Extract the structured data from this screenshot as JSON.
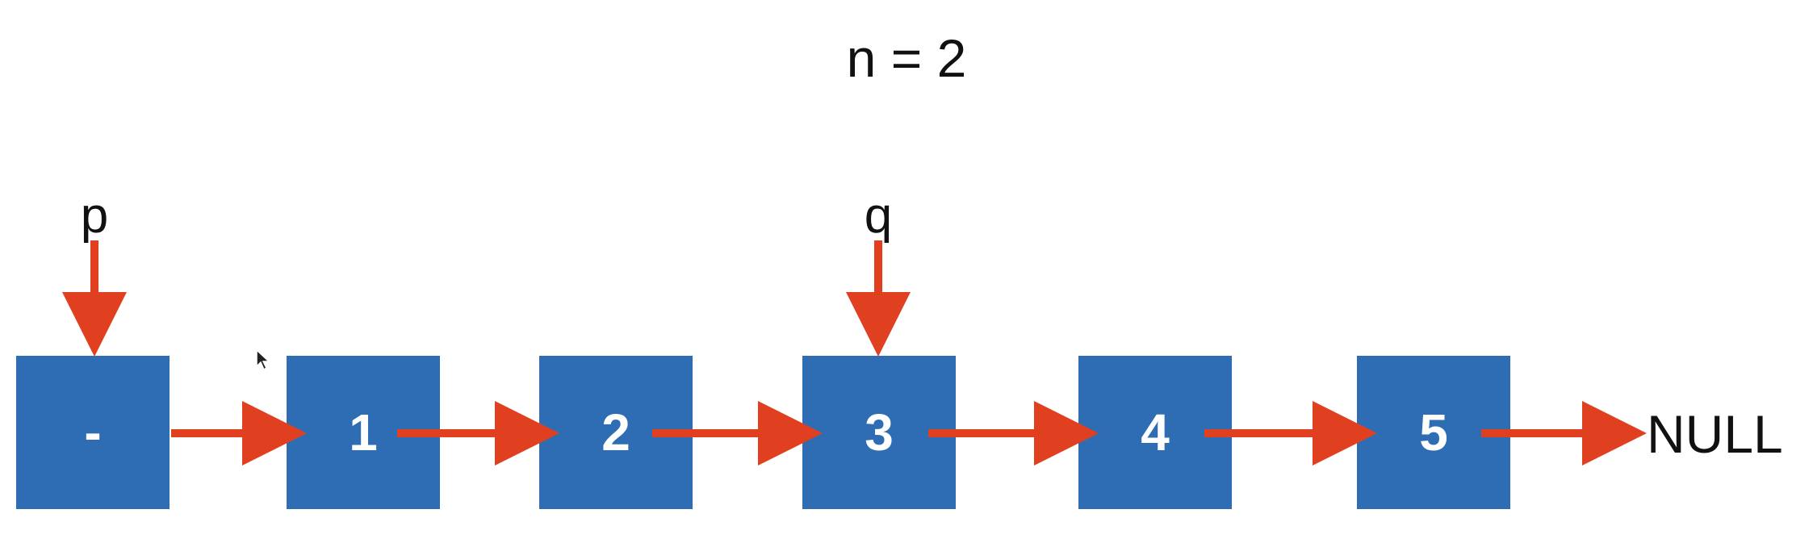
{
  "title": "n = 2",
  "nodes": [
    {
      "label": "-"
    },
    {
      "label": "1"
    },
    {
      "label": "2"
    },
    {
      "label": "3"
    },
    {
      "label": "4"
    },
    {
      "label": "5"
    }
  ],
  "null_label": "NULL",
  "pointers": [
    {
      "label": "p",
      "target_node": 0
    },
    {
      "label": "q",
      "target_node": 3
    }
  ],
  "colors": {
    "node_fill": "#2e6db3",
    "arrow": "#e0401f",
    "text": "#111111"
  }
}
